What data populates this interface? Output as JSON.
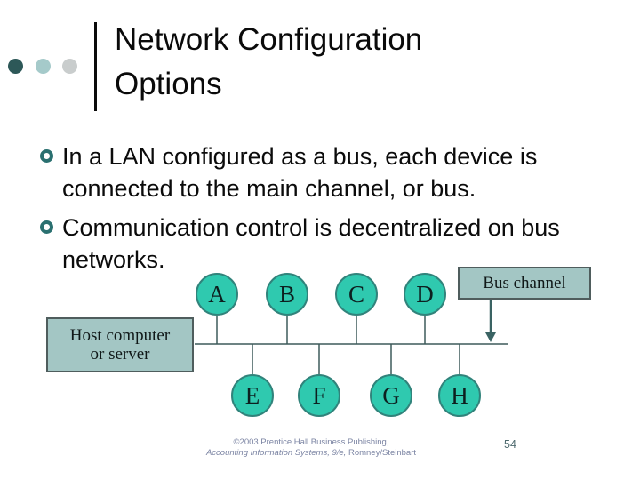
{
  "slide": {
    "title": "Network Configuration Options"
  },
  "bullets": [
    {
      "text": "In a LAN configured as a bus, each device is connected to the main channel, or bus."
    },
    {
      "text": "Communication control is decentralized on bus networks."
    }
  ],
  "diagram": {
    "top_nodes": [
      "A",
      "B",
      "C",
      "D"
    ],
    "bottom_nodes": [
      "E",
      "F",
      "G",
      "H"
    ],
    "bus_channel_label": "Bus channel",
    "host_label": [
      "Host computer",
      "or server"
    ]
  },
  "footer": {
    "line1": "©2003 Prentice Hall Business Publishing,",
    "line2_italic": "Accounting Information Systems, 9/e,",
    "line2_regular": " Romney/Steinbart",
    "page_number": "54"
  },
  "colors": {
    "node_fill": "#2fc9af",
    "node_border": "#31837b",
    "box_fill": "#a3c6c4",
    "box_border": "#4f5d5d",
    "line": "#3d5a5a",
    "arrow": "#3a6363",
    "bullet_marker": "#2a7070",
    "deco_dot_dark": "#2d5858",
    "deco_dot_teal": "#a5caca",
    "deco_dot_gray": "#c9cdcd",
    "footer_text": "#7b84a3",
    "page_number_text": "#4e6a6e"
  }
}
